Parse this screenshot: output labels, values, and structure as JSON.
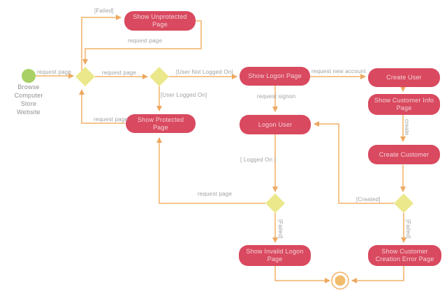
{
  "diagram_type": "uml-activity-diagram",
  "nodes": {
    "start": {
      "shape": "initial-node",
      "lines": [
        "Browse",
        "Computer",
        "Store",
        "Website"
      ]
    },
    "show_unprotected": {
      "label": "Show Unprotected Page"
    },
    "show_logon": {
      "label": "Show Logon Page"
    },
    "create_user": {
      "label": "Create User"
    },
    "show_customer_info": {
      "label": "Show Customer Info Page"
    },
    "show_protected": {
      "label": "Show Protected Page"
    },
    "logon_user": {
      "label": "Logon User"
    },
    "create_customer": {
      "label": "Create Customer"
    },
    "show_invalid_logon": {
      "label": "Show Invalid Logon Page"
    },
    "show_creation_error": {
      "label": "Show Customer Creation Error Page"
    },
    "end": {
      "shape": "final-node"
    }
  },
  "decisions": [
    "merge-request-page",
    "logged-on-check",
    "logon-result-check",
    "creation-result-check"
  ],
  "edges": {
    "start_request": {
      "label": "request page"
    },
    "merge_to_decision": {
      "label": "request page"
    },
    "not_logged_on": {
      "label": "[User Not Logged On]"
    },
    "user_logged_on": {
      "label": "[User Logged On]"
    },
    "failed_top": {
      "label": "[Failed]"
    },
    "unprotected_return": {
      "label": "request page"
    },
    "protected_return": {
      "label": "request page"
    },
    "request_new_account": {
      "label": "request new account"
    },
    "request_signon": {
      "label": "request signon"
    },
    "create": {
      "label": "create"
    },
    "logged_on": {
      "label": "[ Logged On ]"
    },
    "request_page_bottom": {
      "label": "request page"
    },
    "failed_invalid": {
      "label": "[Failed]"
    },
    "created": {
      "label": "[Created]"
    },
    "failed_creation": {
      "label": "[Failed]"
    }
  },
  "colors": {
    "activity_fill": "#d9495f",
    "activity_text": "#f4d3d9",
    "decision_fill": "#ebe88c",
    "connector": "#f2b166",
    "arrowhead": "#eda85f",
    "start_fill": "#a8d064",
    "end_fill": "#f1bc6b",
    "label_text": "#a0a0a0",
    "background": "#ffffff"
  }
}
